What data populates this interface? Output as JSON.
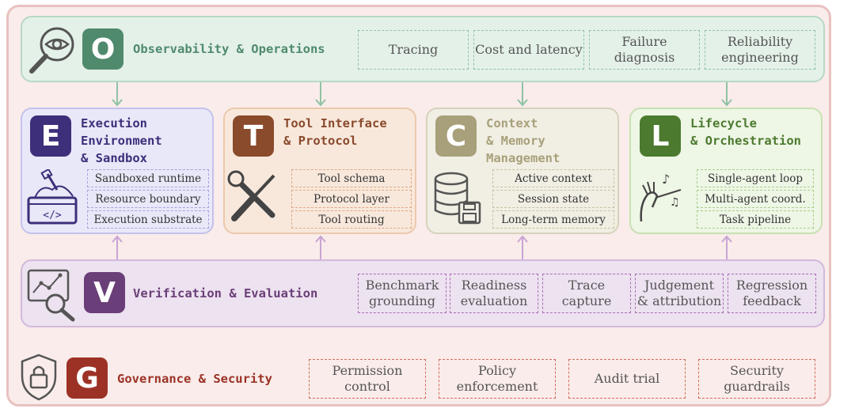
{
  "layers": {
    "observability": {
      "letter": "O",
      "title": "Observability & Operations",
      "items": [
        "Tracing",
        "Cost and latency",
        "Failure\ndiagnosis",
        "Reliability\nengineering"
      ]
    },
    "execution": {
      "letter": "E",
      "title": "Execution\nEnvironment\n& Sandbox",
      "items": [
        "Sandboxed runtime",
        "Resource boundary",
        "Execution substrate"
      ]
    },
    "tool": {
      "letter": "T",
      "title": "Tool Interface\n& Protocol",
      "items": [
        "Tool schema",
        "Protocol layer",
        "Tool routing"
      ]
    },
    "context": {
      "letter": "C",
      "title": "Context\n& Memory\nManagement",
      "items": [
        "Active context",
        "Session state",
        "Long-term memory"
      ]
    },
    "lifecycle": {
      "letter": "L",
      "title": "Lifecycle\n& Orchestration",
      "items": [
        "Single-agent loop",
        "Multi-agent coord.",
        "Task pipeline"
      ]
    },
    "verification": {
      "letter": "V",
      "title": "Verification & Evaluation",
      "items": [
        "Benchmark\ngrounding",
        "Readiness\nevaluation",
        "Trace\ncapture",
        "Judgement\n& attribution",
        "Regression\nfeedback"
      ]
    },
    "governance": {
      "letter": "G",
      "title": "Governance & Security",
      "items": [
        "Permission\ncontrol",
        "Policy\nenforcement",
        "Audit trial",
        "Security\nguardrails"
      ]
    }
  },
  "colors": {
    "observability": "#4f8a6d",
    "execution": "#3d2f7a",
    "tool": "#8a4a2c",
    "context": "#a8a07a",
    "lifecycle": "#4c7a2e",
    "verification": "#6a3e78",
    "governance": "#9c3226"
  },
  "icons": {
    "observability": "magnifier-eye-icon",
    "execution": "sandbox-code-icon",
    "tool": "wrench-screwdriver-icon",
    "context": "database-save-icon",
    "lifecycle": "conductor-music-icon",
    "verification": "chart-magnifier-icon",
    "governance": "shield-lock-icon"
  }
}
